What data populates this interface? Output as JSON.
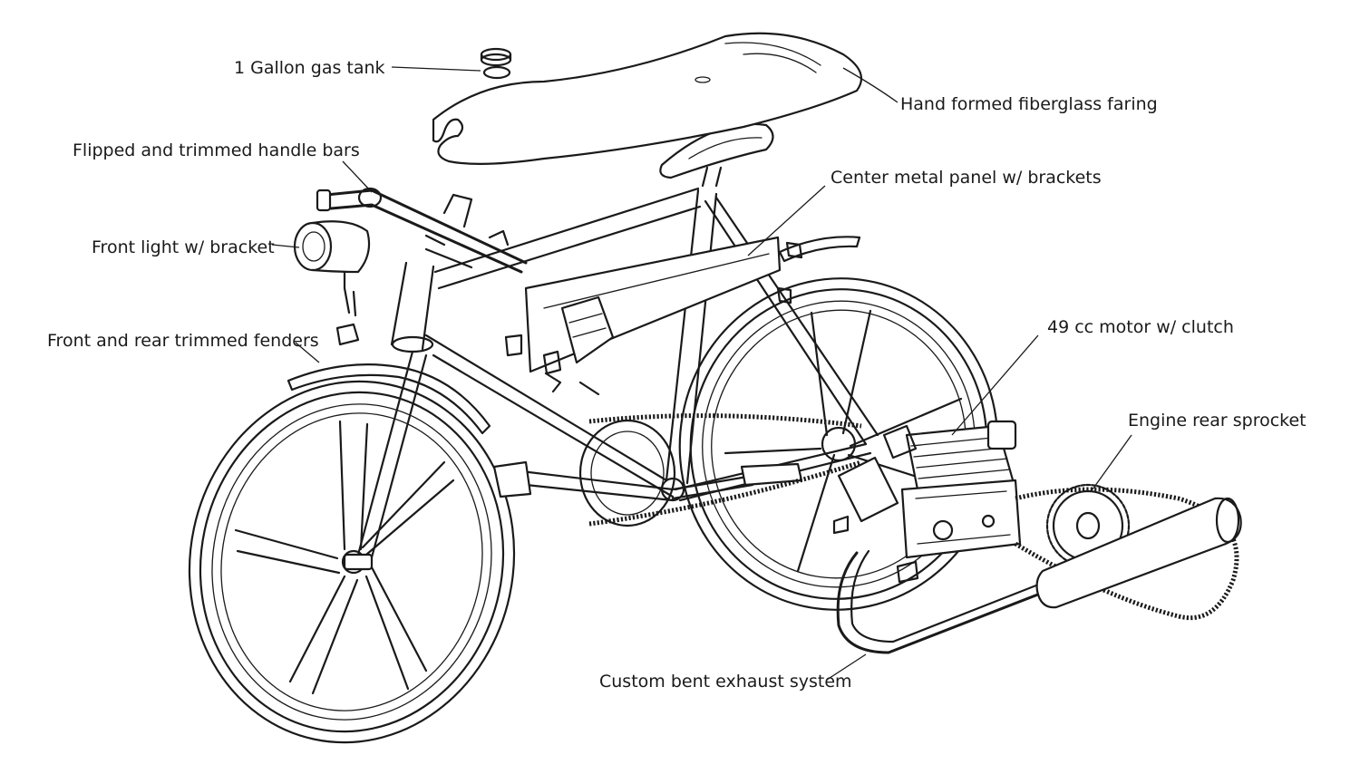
{
  "labels": {
    "gas_tank": "1 Gallon gas tank",
    "faring": "Hand formed fiberglass faring",
    "handle_bars": "Flipped and trimmed handle bars",
    "center_panel": "Center metal panel w/ brackets",
    "front_light": "Front light w/ bracket",
    "fenders": "Front and rear trimmed fenders",
    "motor": "49 cc motor w/ clutch",
    "sprocket": "Engine rear sprocket",
    "exhaust": "Custom bent exhaust system"
  },
  "colors": {
    "ink": "#1a1a1a",
    "paper": "#ffffff"
  }
}
